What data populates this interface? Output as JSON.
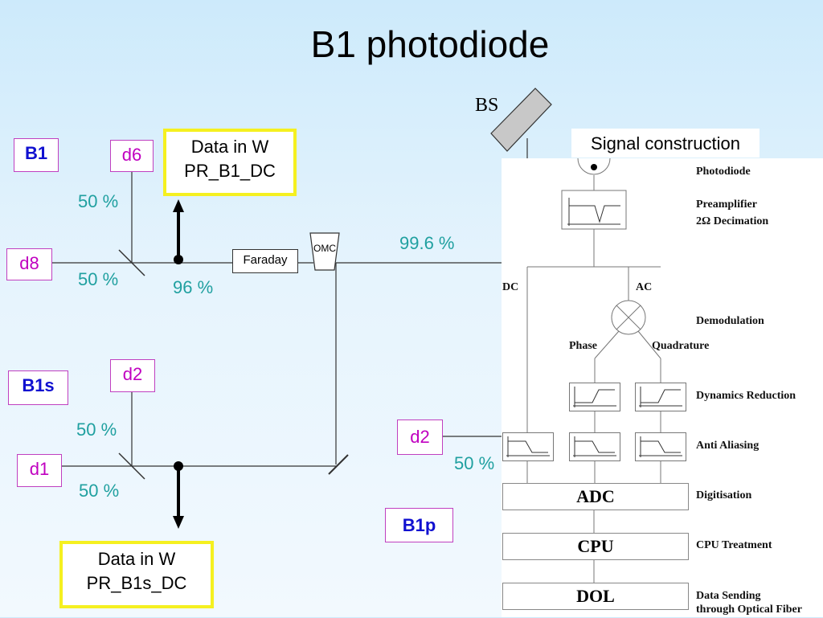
{
  "title": "B1 photodiode",
  "labels": {
    "B1": "B1",
    "B1s": "B1s",
    "B1p": "B1p",
    "d6": "d6",
    "d8": "d8",
    "d2_left": "d2",
    "d1": "d1",
    "d2_right": "d2"
  },
  "data_boxes": {
    "top": [
      "Data in W",
      "PR_B1_DC"
    ],
    "bottom": [
      "Data in W",
      "PR_B1s_DC"
    ]
  },
  "components": {
    "faraday": "Faraday",
    "omc": "OMC",
    "bs": "BS"
  },
  "percentages": {
    "p1": "50 %",
    "p2": "50 %",
    "p3": "96 %",
    "p4": "99.6 %",
    "p5": "50 %",
    "p6": "50 %",
    "p7": "50 %"
  },
  "signal": {
    "title": "Signal construction",
    "dc": "DC",
    "ac": "AC",
    "phase": "Phase",
    "quadrature": "Quadrature",
    "stages": [
      "Photodiode",
      "Preamplifier",
      "2Ω   Decimation",
      "Demodulation",
      "Dynamics Reduction",
      "Anti Aliasing",
      "Digitisation",
      "CPU Treatment",
      "Data Sending",
      "through Optical Fiber"
    ],
    "blocks": [
      "ADC",
      "CPU",
      "DOL"
    ]
  },
  "colors": {
    "magenta": "#c000c0",
    "blue": "#1010d0",
    "teal": "#20a0a0",
    "yellow": "#f5f020"
  }
}
